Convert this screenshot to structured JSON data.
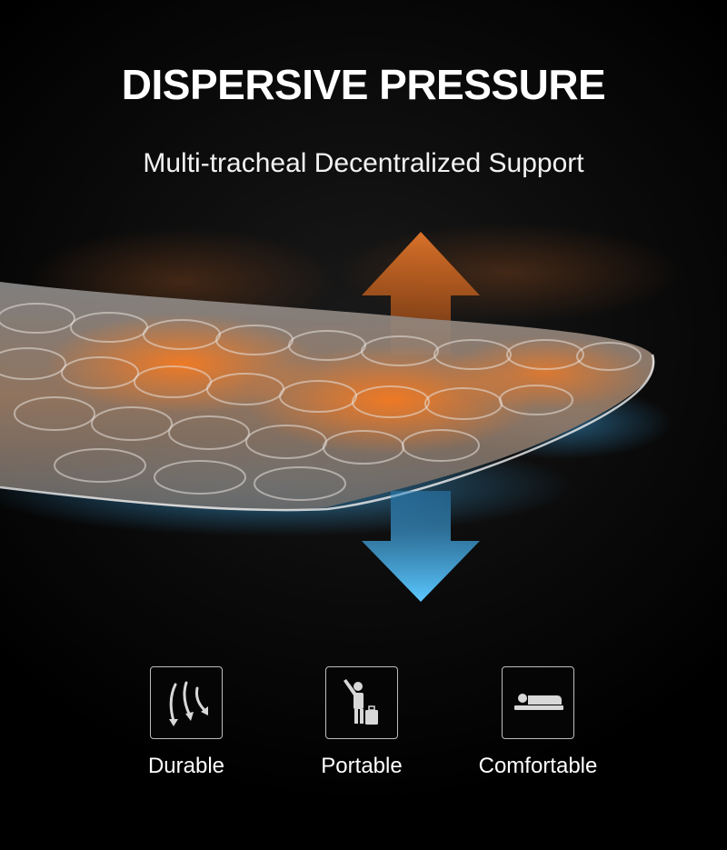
{
  "header": {
    "title": "DISPERSIVE PRESSURE",
    "subtitle": "Multi-tracheal Decentralized Support"
  },
  "hero": {
    "image": "inflatable-air-cell-mattress",
    "up_arrow_color": "#c8611f",
    "down_arrow_color": "#3aa7e6"
  },
  "features": [
    {
      "label": "Durable",
      "icon": "durable-arrows-icon"
    },
    {
      "label": "Portable",
      "icon": "traveler-luggage-icon"
    },
    {
      "label": "Comfortable",
      "icon": "person-sleeping-icon"
    }
  ]
}
